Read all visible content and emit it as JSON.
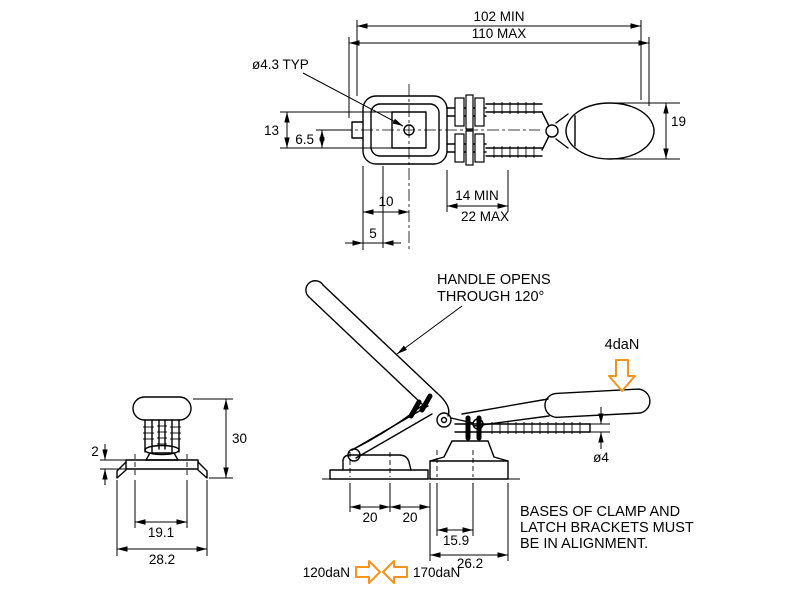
{
  "drawing": {
    "background": "#ffffff",
    "line_color": "#000000",
    "accent_color": "#f6921e"
  },
  "top_view": {
    "overall_min": "102 MIN",
    "overall_max": "110 MAX",
    "hole_dia": "ø4.3 TYP",
    "height_13": "13",
    "height_65": "6.5",
    "handle_width": "19",
    "offset_10": "10",
    "adjust_min": "14 MIN",
    "adjust_max": "22 MAX",
    "offset_5": "5"
  },
  "side_view": {
    "handle_note_line1": "HANDLE OPENS",
    "handle_note_line2": "THROUGH 120°",
    "holding_force": "4daN",
    "rod_dia": "ø4",
    "base_pitch_a": "20",
    "base_pitch_b": "20",
    "clamp_pitch": "15.9",
    "clamp_length": "26.2",
    "pull_force": "120daN",
    "push_force": "170daN",
    "align_note_line1": "BASES OF CLAMP AND",
    "align_note_line2": "LATCH BRACKETS MUST",
    "align_note_line3": "BE IN ALIGNMENT."
  },
  "front_view": {
    "plate_thickness": "2",
    "height_30": "30",
    "hole_pitch": "19.1",
    "base_width": "28.2"
  }
}
